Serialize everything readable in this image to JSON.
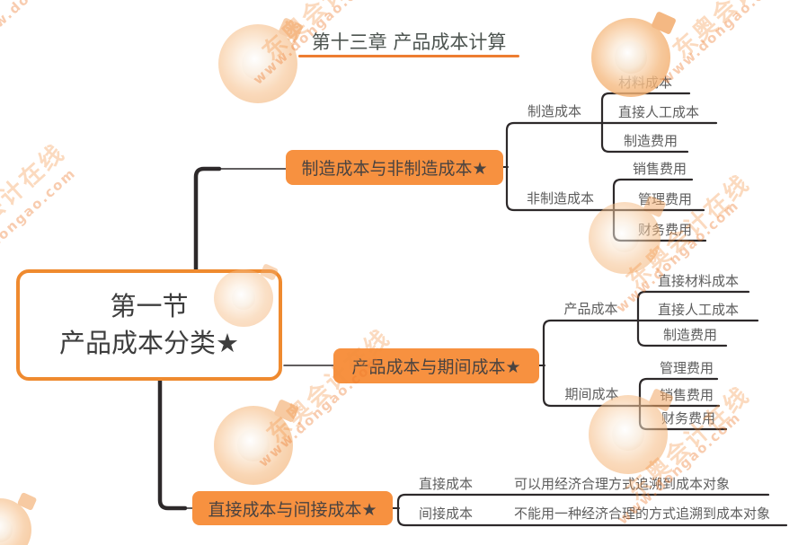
{
  "title": "第十三章 产品成本计算",
  "root": {
    "line1": "第一节",
    "line2": "产品成本分类★"
  },
  "branch1": {
    "label": "制造成本与非制造成本★",
    "group1": {
      "label": "制造成本",
      "children": [
        "材料成本",
        "直接人工成本",
        "制造费用"
      ]
    },
    "group2": {
      "label": "非制造成本",
      "children": [
        "销售费用",
        "管理费用",
        "财务费用"
      ]
    }
  },
  "branch2": {
    "label": "产品成本与期间成本★",
    "group1": {
      "label": "产品成本",
      "children": [
        "直接材料成本",
        "直接人工成本",
        "制造费用"
      ]
    },
    "group2": {
      "label": "期间成本",
      "children": [
        "管理费用",
        "销售费用",
        "财务费用"
      ]
    }
  },
  "branch3": {
    "label": "直接成本与间接成本★",
    "rows": [
      {
        "label": "直接成本",
        "desc": "可以用经济合理方式追溯到成本对象"
      },
      {
        "label": "间接成本",
        "desc": "不能用一种经济合理的方式追溯到成本对象"
      }
    ]
  },
  "watermark": {
    "brand": "东奥会计在线",
    "url": "www.dongao.com"
  },
  "colors": {
    "node_fill": "#f79140",
    "root_border": "#ef8a2f",
    "line": "#2d292a",
    "title_underline": "#ed7d31"
  }
}
